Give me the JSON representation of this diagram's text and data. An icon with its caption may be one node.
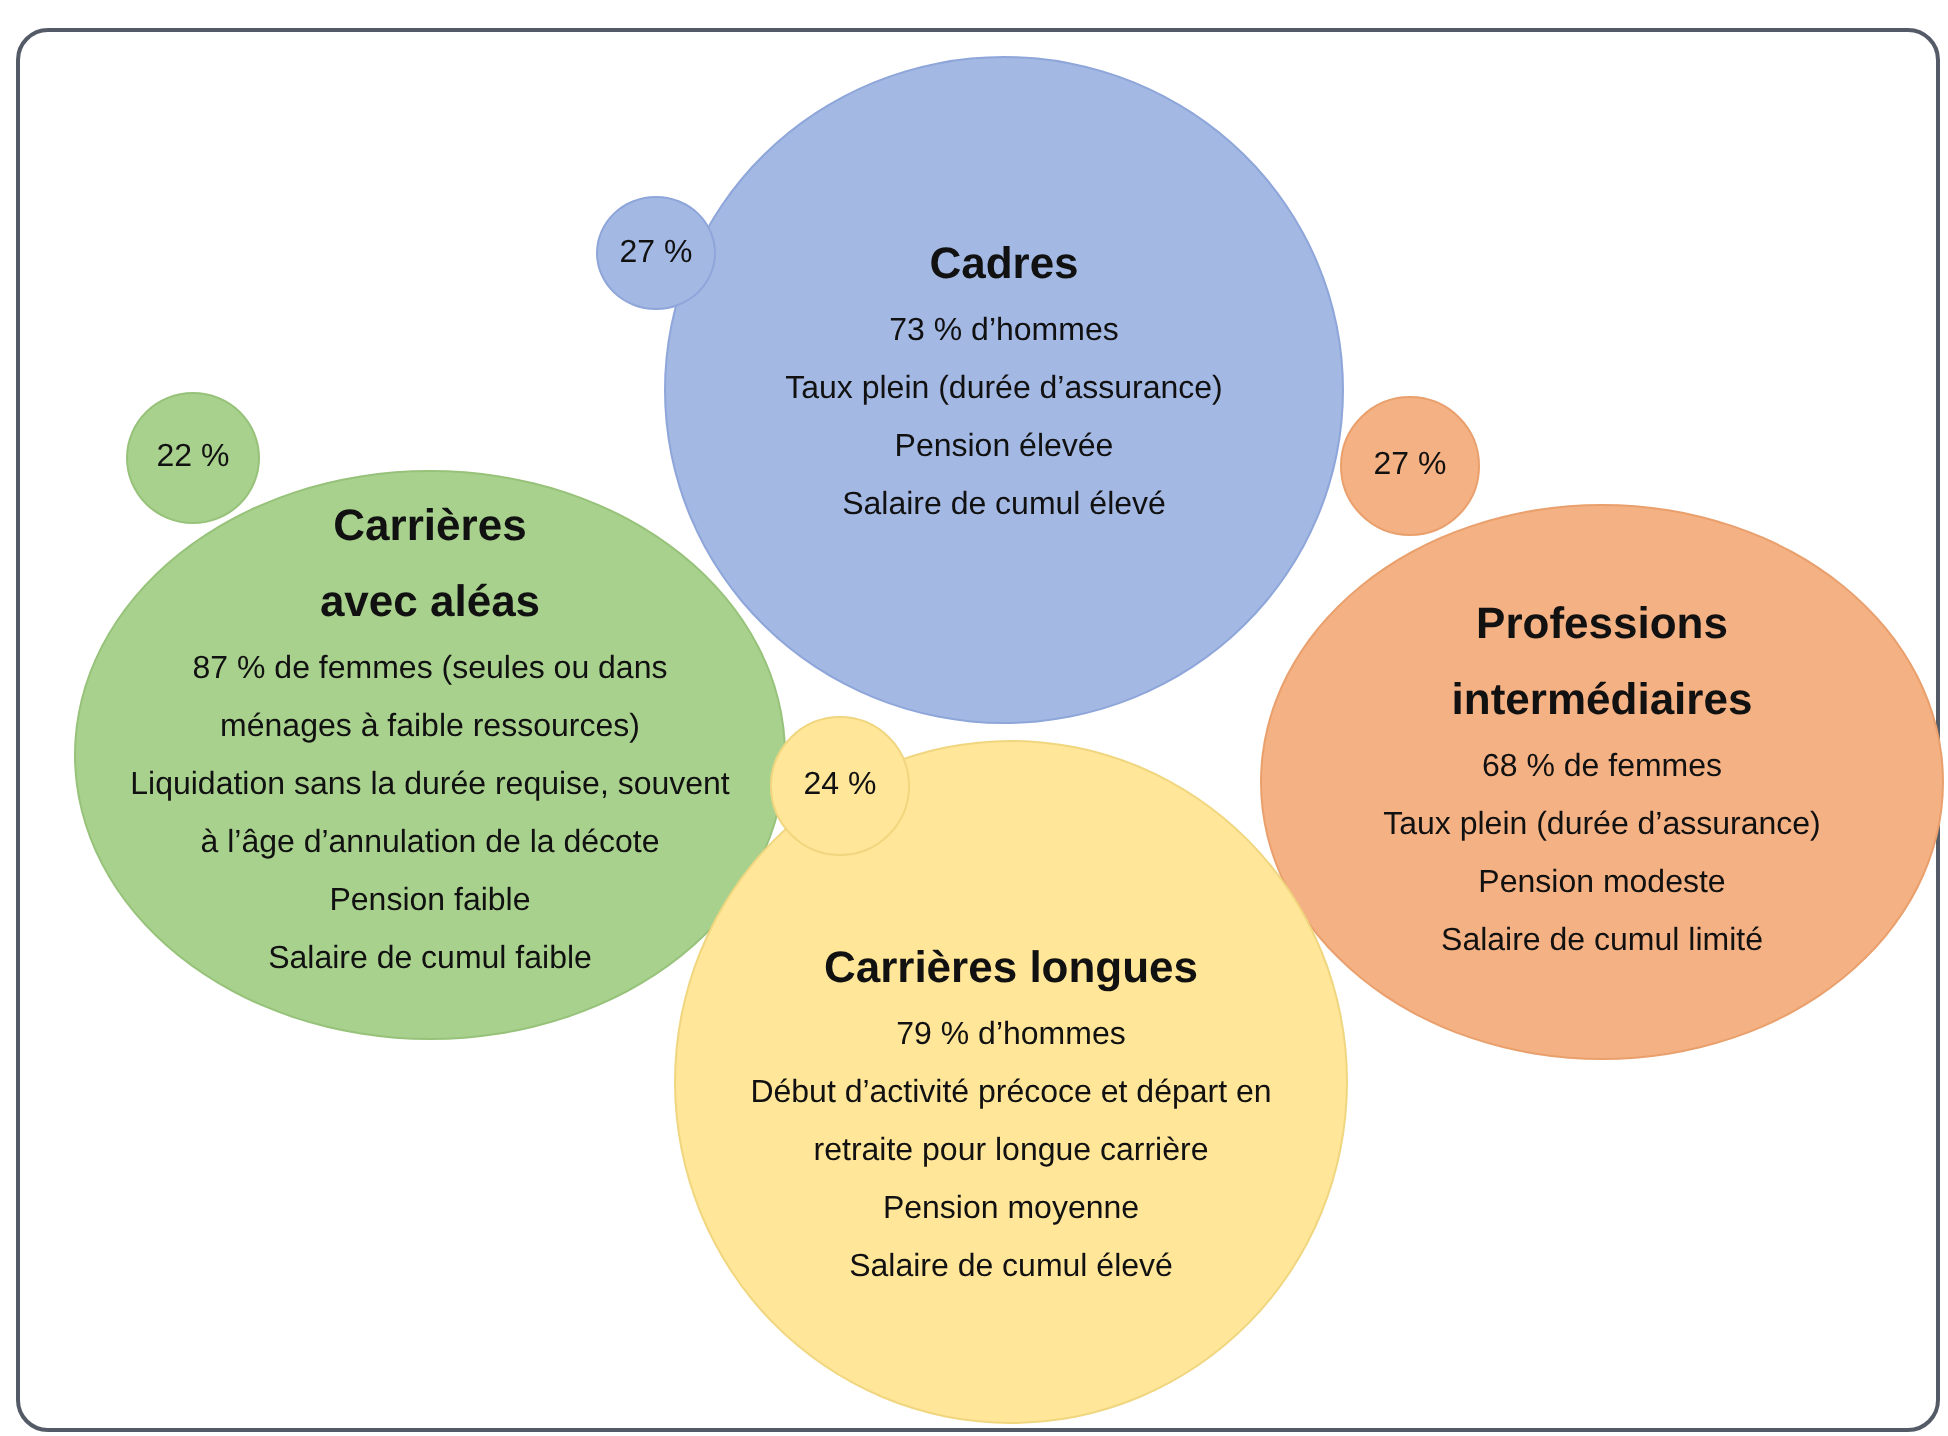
{
  "diagram": {
    "nodes": [
      {
        "text": [
          "27 %"
        ]
      },
      {
        "text": [
          "Cadres",
          "73 % d’hommes",
          "Taux plein (durée d’assurance)",
          "Pension élevée",
          "Salaire de cumul élevé"
        ]
      },
      {
        "text": [
          "22 %"
        ]
      },
      {
        "text": [
          "Carrières avec aléas",
          "87 % de femmes (seules ou dans ménages à faible ressources)",
          "Liquidation sans la durée requise, souvent à l’âge d’annulation de la décote",
          "Pension faible",
          "Salaire de cumul faible"
        ]
      },
      {
        "text": [
          "27 %"
        ]
      },
      {
        "text": [
          "Professions intermédiaires",
          "68 % de femmes",
          "Taux plein (durée d’assurance)",
          "Pension modeste",
          "Salaire de cumul limité"
        ]
      },
      {
        "text": [
          "24 %"
        ]
      },
      {
        "text": [
          "Carrières longues",
          "79 % d’hommes",
          "Début d’activité précoce et départ en retraite pour longue carrière",
          "Pension moyenne",
          "Salaire de cumul élevé"
        ]
      }
    ],
    "edges": []
  }
}
